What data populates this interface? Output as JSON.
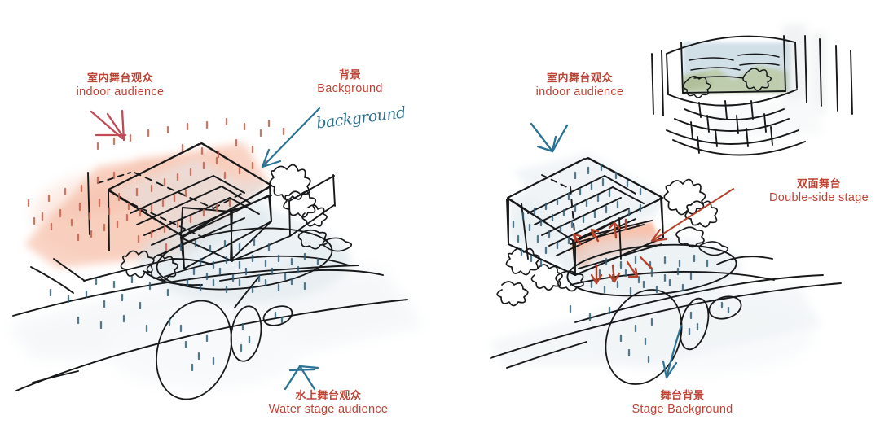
{
  "document": {
    "type": "architectural concept sketch",
    "panels": 2,
    "background_color": "#ffffff",
    "label_color": "#bf4334",
    "ink_color": "#1a1a1a",
    "blue_ink_color": "#2b6f8a",
    "stage_accent_color": "#f6b49c",
    "audience_wash_color": "#f7c3ae",
    "water_wash_color": "#d9e3ea",
    "arrow_red_color": "#b5432c"
  },
  "left_panel": {
    "name": "water-facing theatre concept",
    "labels": {
      "indoor_audience": {
        "cn": "室内舞台观众",
        "en": "indoor audience"
      },
      "background": {
        "cn": "背景",
        "en": "Background"
      },
      "water_stage_audience": {
        "cn": "水上舞台观众",
        "en": "Water stage audience"
      }
    },
    "handwriting": {
      "text": "background"
    },
    "markers": [
      {
        "name": "indoor-audience-arrow",
        "color": "#bf4334",
        "direction": "down-right"
      },
      {
        "name": "background-arrow",
        "color": "#2b6f8a",
        "direction": "down-left"
      },
      {
        "name": "water-stage-audience-arrow",
        "color": "#2b6f8a",
        "direction": "up"
      }
    ]
  },
  "right_panel": {
    "name": "double-side stage concept",
    "labels": {
      "indoor_audience": {
        "cn": "室内舞台观众",
        "en": "indoor audience"
      },
      "double_side_stage": {
        "cn": "双面舞台",
        "en": "Double-side stage"
      },
      "stage_background": {
        "cn": "舞台背景",
        "en": "Stage Background"
      }
    },
    "markers": [
      {
        "name": "indoor-audience-arrow",
        "color": "#2b6f8a",
        "direction": "down"
      },
      {
        "name": "double-side-stage-leader",
        "color": "#b5432c",
        "direction": "diagonal"
      },
      {
        "name": "stage-background-arrow",
        "color": "#2b6f8a",
        "direction": "down"
      }
    ],
    "inset": {
      "name": "interior perspective vignette",
      "description": "auditorium tiers looking out to water and trees",
      "water_color": "#c6d8e2",
      "foliage_color": "#a9bd8c"
    },
    "flow_arrows": {
      "color": "#b5432c",
      "up_count": 3,
      "down_count": 4
    }
  }
}
